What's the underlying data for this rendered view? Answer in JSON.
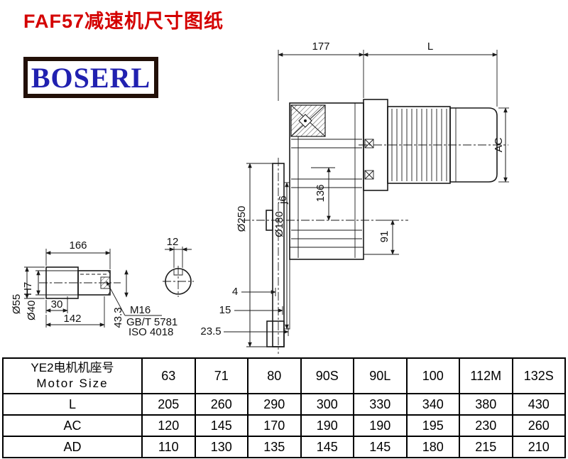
{
  "page": {
    "title": "FAF57减速机尺寸图纸",
    "brand": "BOSERL"
  },
  "drawing": {
    "dim_177": "177",
    "dim_L": "L",
    "dim_AC": "AC",
    "dim_250": "Ø250",
    "dim_180": "Ø180",
    "dim_180_fit": "j6",
    "dim_136": "136",
    "dim_91": "91",
    "dim_4": "4",
    "dim_15": "15",
    "dim_23_5": "23.5",
    "dim_166": "166",
    "dim_12": "12",
    "dim_55": "Ø55",
    "dim_40": "Ø40",
    "dim_40_fit": "H7",
    "dim_30": "30",
    "dim_142": "142",
    "dim_43_3": "43.3",
    "thread_label": "M16",
    "standard_gb": "GB/T 5781",
    "standard_iso": "ISO 4018"
  },
  "table": {
    "header": {
      "line1": "YE2电机机座号",
      "line2": "Motor Size"
    },
    "sizes": [
      "63",
      "71",
      "80",
      "90S",
      "90L",
      "100",
      "112M",
      "132S"
    ],
    "rows": [
      {
        "label": "L",
        "values": [
          "205",
          "260",
          "290",
          "300",
          "330",
          "340",
          "380",
          "430"
        ]
      },
      {
        "label": "AC",
        "values": [
          "120",
          "145",
          "170",
          "190",
          "190",
          "195",
          "230",
          "260"
        ]
      },
      {
        "label": "AD",
        "values": [
          "110",
          "130",
          "135",
          "145",
          "145",
          "180",
          "215",
          "210"
        ]
      }
    ]
  }
}
